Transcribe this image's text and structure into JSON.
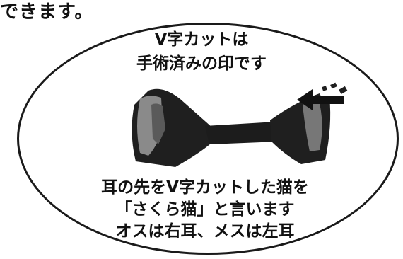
{
  "top_text": "できます。",
  "heading": {
    "line1": "V字カットは",
    "line2": "手術済みの印です"
  },
  "caption": {
    "line1": "耳の先をV字カットした猫を",
    "line2": "「さくら猫」と言います",
    "line3": "オスは右耳、メスは左耳"
  }
}
